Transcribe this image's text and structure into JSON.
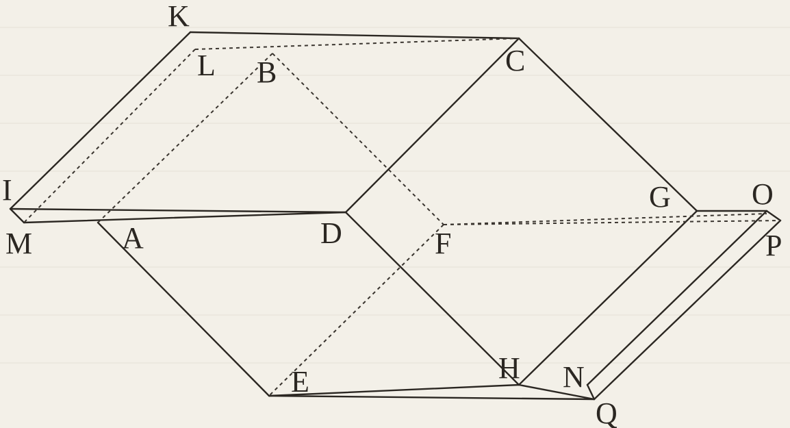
{
  "colors": {
    "paper": "#f3f0e8",
    "ink": "#2b2722"
  },
  "labels": {
    "K": "K",
    "L": "L",
    "B": "B",
    "C": "C",
    "I": "I",
    "M": "M",
    "A": "A",
    "D": "D",
    "F": "F",
    "G": "G",
    "O": "O",
    "P": "P",
    "E": "E",
    "H": "H",
    "N": "N",
    "Q": "Q"
  }
}
